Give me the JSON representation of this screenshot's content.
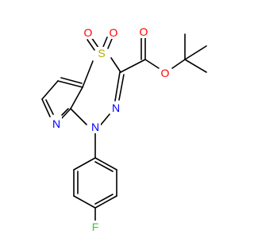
{
  "molecule": {
    "colors": {
      "carbon_bond": "#000000",
      "nitrogen": "#0000ff",
      "oxygen": "#ff0000",
      "sulfur": "#b8a800",
      "fluorine": "#33cc33"
    },
    "atoms": [
      {
        "id": "S1",
        "symbol": "S",
        "color_key": "sulfur"
      },
      {
        "id": "O_s1",
        "symbol": "O",
        "color_key": "oxygen"
      },
      {
        "id": "O_s2",
        "symbol": "O",
        "color_key": "oxygen"
      },
      {
        "id": "O_carbonyl",
        "symbol": "O",
        "color_key": "oxygen"
      },
      {
        "id": "O_ester",
        "symbol": "O",
        "color_key": "oxygen"
      },
      {
        "id": "N_ring",
        "symbol": "N",
        "color_key": "nitrogen"
      },
      {
        "id": "N_pyridine",
        "symbol": "N",
        "color_key": "nitrogen"
      },
      {
        "id": "N_aryl",
        "symbol": "N",
        "color_key": "nitrogen"
      },
      {
        "id": "F1",
        "symbol": "F",
        "color_key": "fluorine"
      }
    ]
  }
}
